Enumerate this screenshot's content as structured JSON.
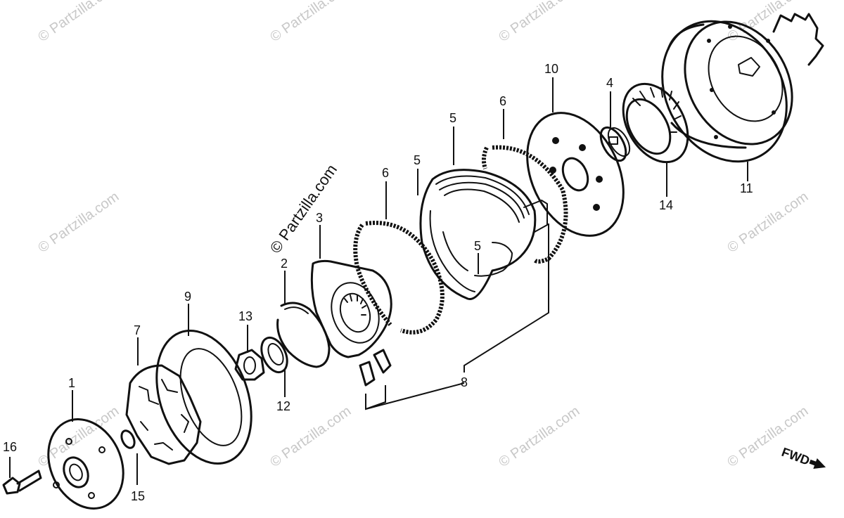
{
  "watermarks": {
    "light": "© Partzilla.com",
    "dark": "© Partzilla.com"
  },
  "part_labels": [
    {
      "id": "1",
      "text": "1"
    },
    {
      "id": "2",
      "text": "2"
    },
    {
      "id": "3",
      "text": "3"
    },
    {
      "id": "4",
      "text": "4"
    },
    {
      "id": "5a",
      "text": "5"
    },
    {
      "id": "5b",
      "text": "5"
    },
    {
      "id": "5c",
      "text": "5"
    },
    {
      "id": "6a",
      "text": "6"
    },
    {
      "id": "6b",
      "text": "6"
    },
    {
      "id": "7",
      "text": "7"
    },
    {
      "id": "8",
      "text": "8"
    },
    {
      "id": "9",
      "text": "9"
    },
    {
      "id": "10",
      "text": "10"
    },
    {
      "id": "11",
      "text": "11"
    },
    {
      "id": "12",
      "text": "12"
    },
    {
      "id": "13",
      "text": "13"
    },
    {
      "id": "14",
      "text": "14"
    },
    {
      "id": "15",
      "text": "15"
    },
    {
      "id": "16",
      "text": "16"
    }
  ],
  "direction_indicator": {
    "label": "FWD",
    "icon": "arrow-right-icon"
  }
}
